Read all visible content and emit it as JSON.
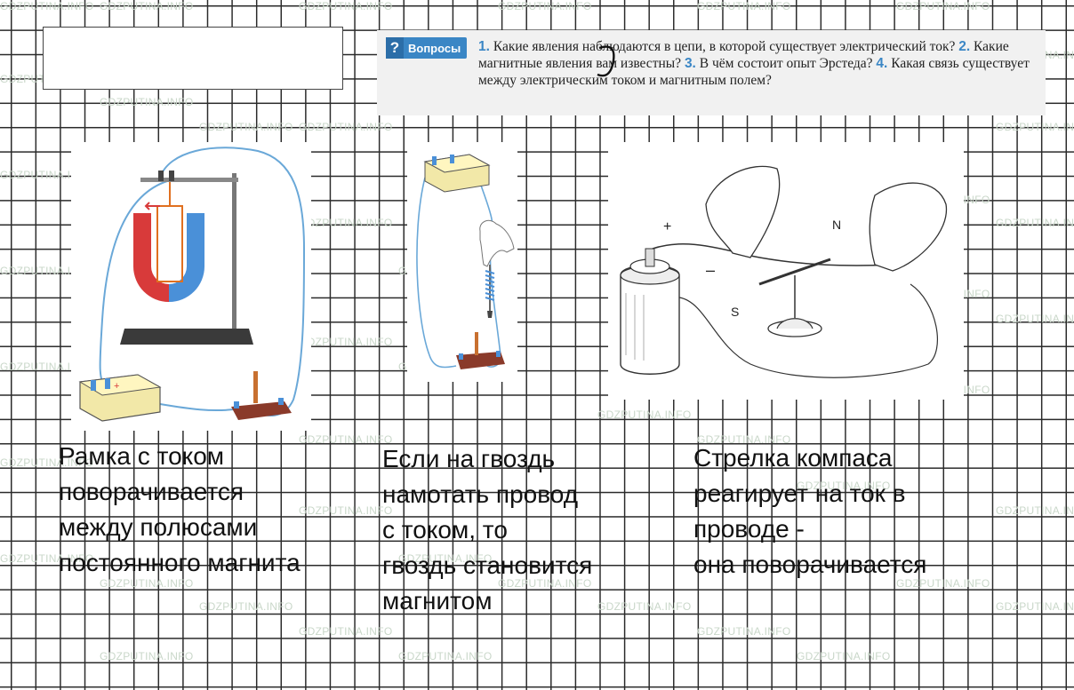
{
  "watermark": "GDZPUTINA.INFO",
  "questions": {
    "badge_label": "Вопросы",
    "badge_symbol": "?",
    "items": [
      {
        "num": "1.",
        "text": "Какие явления наблюдаются в цепи, в которой существует электрический ток?"
      },
      {
        "num": "2.",
        "text": "Какие магнитные явления вам известны?"
      },
      {
        "num": "3.",
        "text": "В чём состоит опыт Эрстеда?"
      },
      {
        "num": "4.",
        "text": "Какая связь существует между электрическим током и магнитным полем?"
      }
    ]
  },
  "captions": {
    "frame": [
      "Рамка с током",
      "поворачивается",
      "между полюсами",
      "постоянного магнита"
    ],
    "nail": [
      "Если на гвоздь",
      "намотать провод",
      "с током, то",
      "гвоздь становится",
      "магнитом"
    ],
    "compass": [
      "Стрелка компаса",
      "реагирует на ток в",
      "проводе -",
      "она поворачивается"
    ]
  },
  "oersted_labels": {
    "plus": "+",
    "minus": "–",
    "north": "N",
    "south": "S"
  },
  "battery_sign": "+",
  "colors": {
    "badge": "#3a86c5",
    "magnet_red": "#d83a3a",
    "magnet_blue": "#4a90d8",
    "wire": "#6aa8d8",
    "frame_wire": "#e07020"
  }
}
